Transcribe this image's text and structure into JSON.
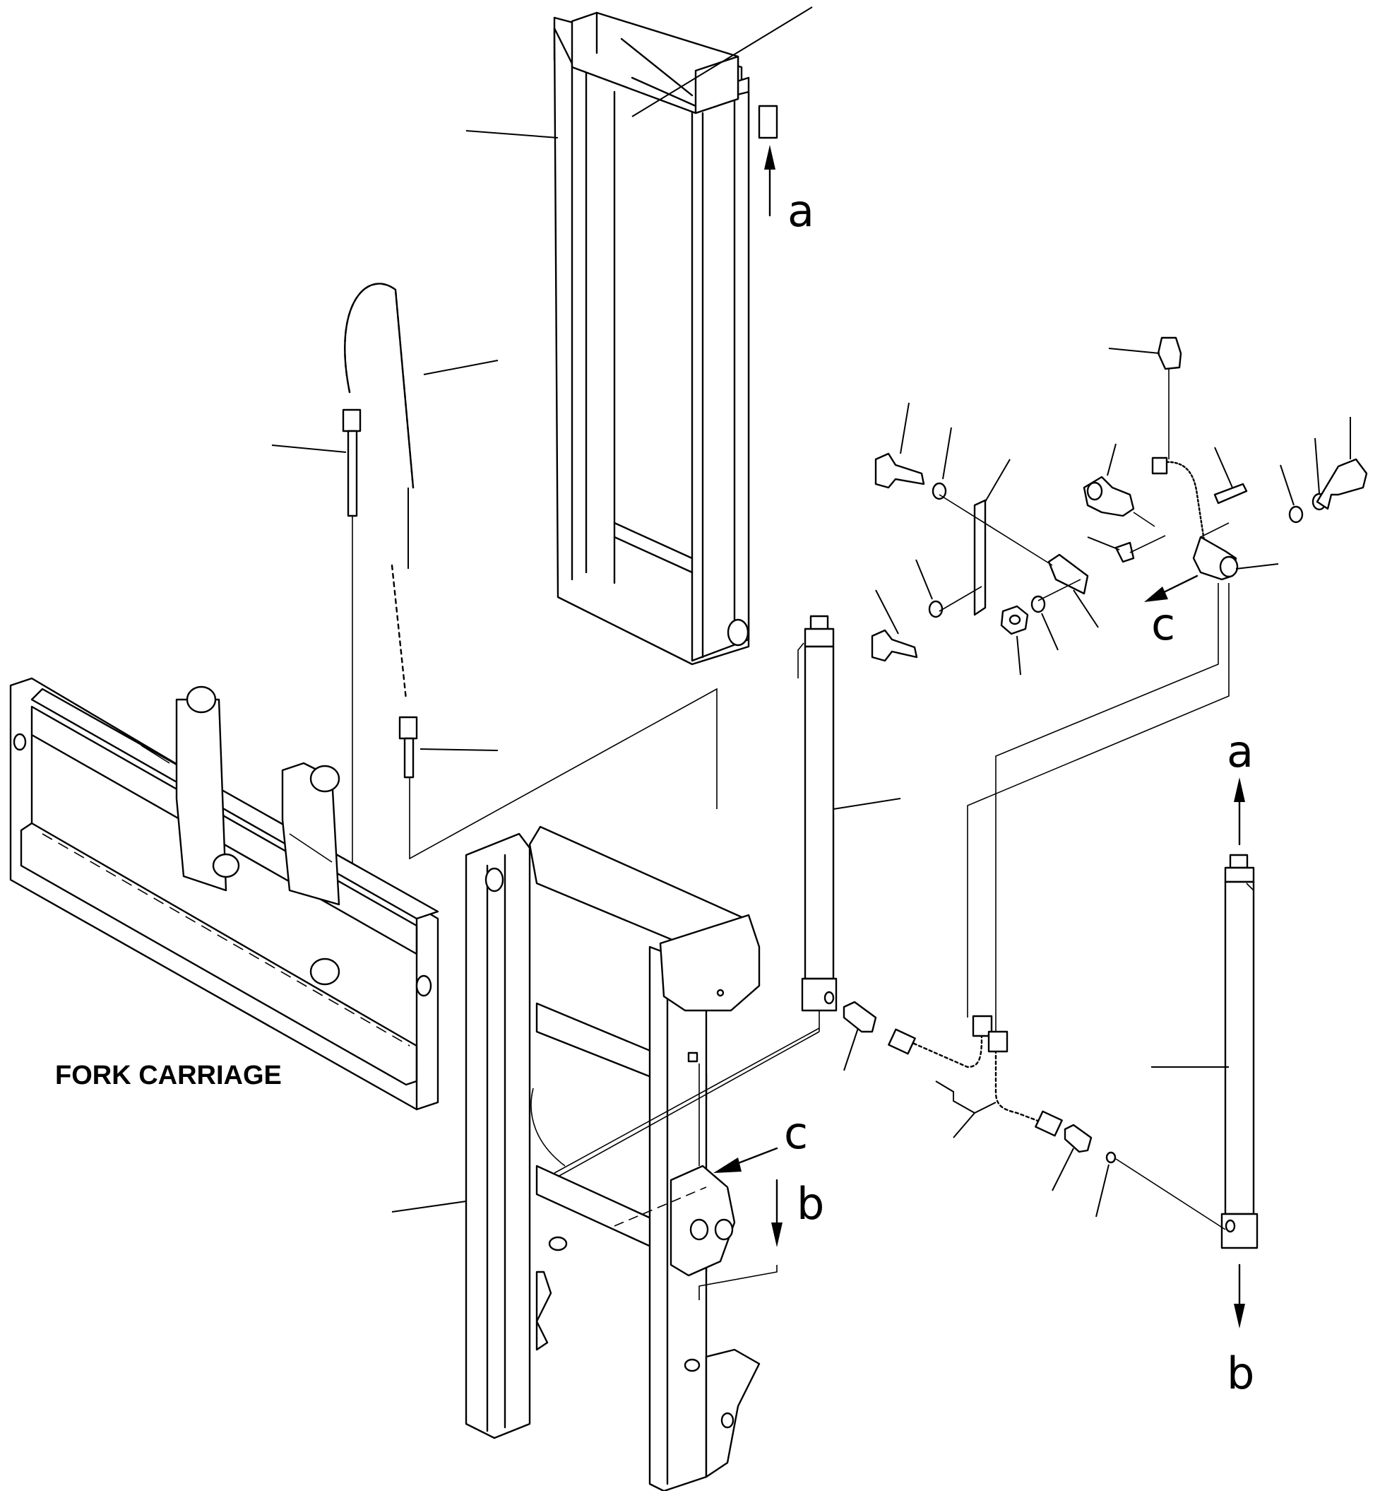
{
  "title": "FORK CARRIAGE",
  "refs": {
    "a_top": "a",
    "a_right": "a",
    "b_right": "b",
    "b_mid": "b",
    "c_right": "c",
    "c_mid": "c"
  }
}
